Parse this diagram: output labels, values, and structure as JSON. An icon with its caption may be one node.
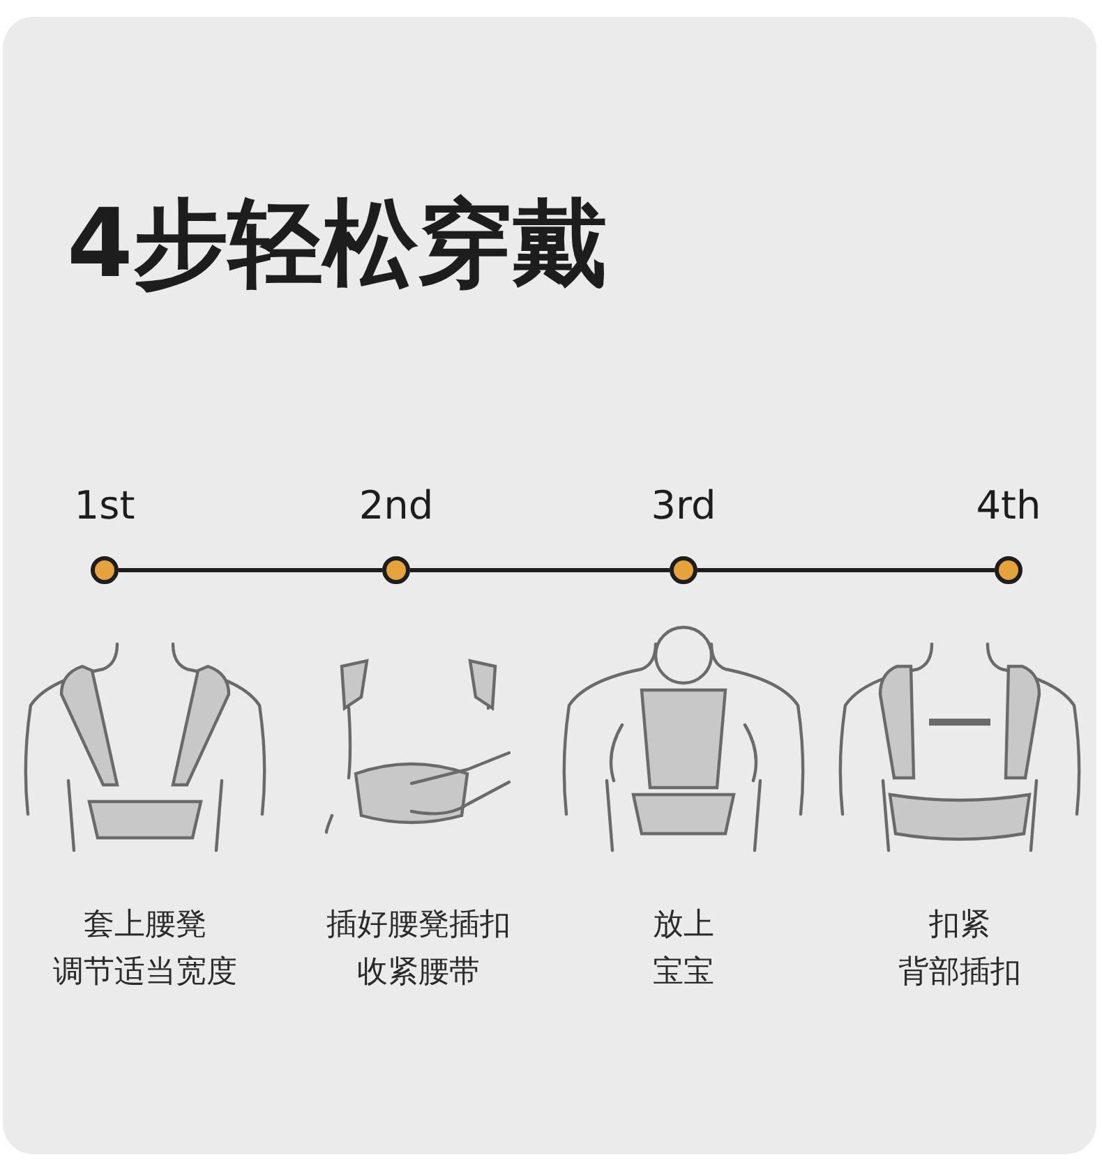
{
  "diagram": {
    "title": "4步轻松穿戴",
    "nodes": [
      {
        "text": [
          "1st"
        ]
      },
      {
        "text": [
          "2nd"
        ]
      },
      {
        "text": [
          "3rd"
        ]
      },
      {
        "text": [
          "4th"
        ]
      }
    ],
    "edges": [
      {
        "from": 0,
        "to": 1,
        "arrow": "none"
      },
      {
        "from": 1,
        "to": 2,
        "arrow": "none"
      },
      {
        "from": 2,
        "to": 3,
        "arrow": "none"
      }
    ],
    "labels": [
      "套上腰凳",
      "调节适当宽度",
      "插好腰凳插扣",
      "收紧腰带",
      "放上",
      "宝宝",
      "扣紧",
      "背部插扣"
    ]
  }
}
